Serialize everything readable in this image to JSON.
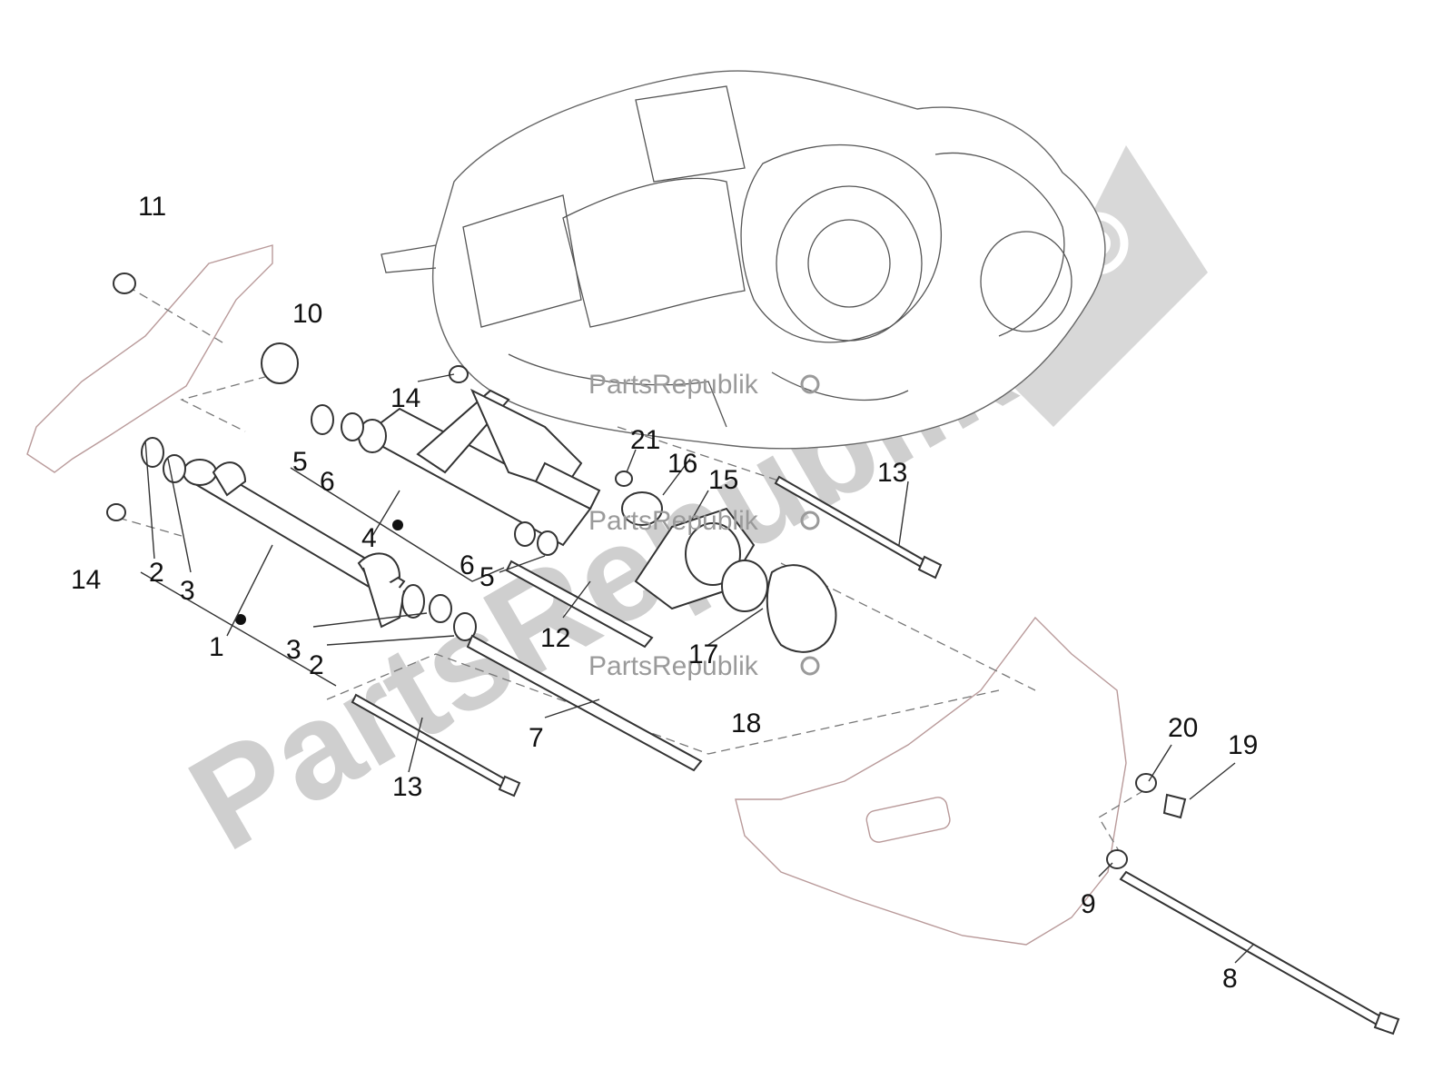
{
  "watermark": {
    "brand_small": "PartsRepublik",
    "brand_big": "PartsRepublik",
    "logo_icon": "gear-icon"
  },
  "callouts": [
    "11",
    "10",
    "14",
    "5",
    "6",
    "21",
    "16",
    "15",
    "13",
    "2",
    "3",
    "4",
    "14",
    "6",
    "5",
    "12",
    "1",
    "3",
    "2",
    "17",
    "18",
    "7",
    "13",
    "20",
    "19",
    "9",
    "8"
  ],
  "colors": {
    "watermark": "#9a9a9a",
    "watermark_big": "#cfcfcf",
    "line": "#333333",
    "ghost_part": "#b99a9a"
  }
}
